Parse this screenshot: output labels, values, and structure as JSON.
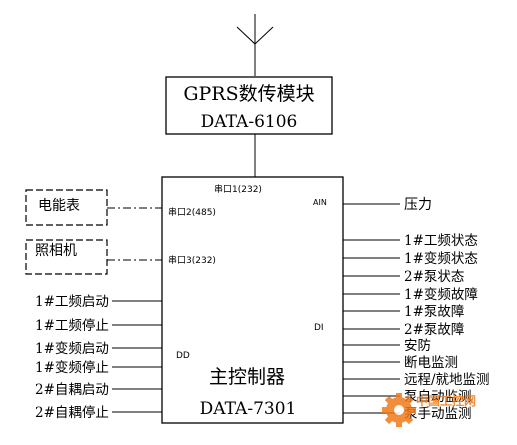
{
  "gprs_module": {
    "name": "GPRS数传模块",
    "model": "DATA-6106"
  },
  "controller": {
    "name": "主控制器",
    "model": "DATA-7301",
    "ports": {
      "serial1": "串口1(232)",
      "serial2": "串口2(485)",
      "serial3": "串口3(232)",
      "ain": "AIN",
      "di": "DI",
      "dd": "DD"
    }
  },
  "peripherals": {
    "meter": "电能表",
    "camera": "照相机"
  },
  "ain_signals": [
    "压力"
  ],
  "di_signals": [
    "1#工频状态",
    "1#变频状态",
    "2#泵状态",
    "1#变频故障",
    "1#泵故障",
    "2#泵故障",
    "安防",
    "断电监测",
    "远程/就地监测",
    "泵自动监测",
    "泵手动监测"
  ],
  "dd_signals": [
    "1#工频启动",
    "1#工频停止",
    "1#变频启动",
    "1#变频停止",
    "2#自耦启动",
    "2#自耦停止"
  ],
  "watermark": {
    "text": "中国工控网",
    "color": "#f07a1a"
  }
}
